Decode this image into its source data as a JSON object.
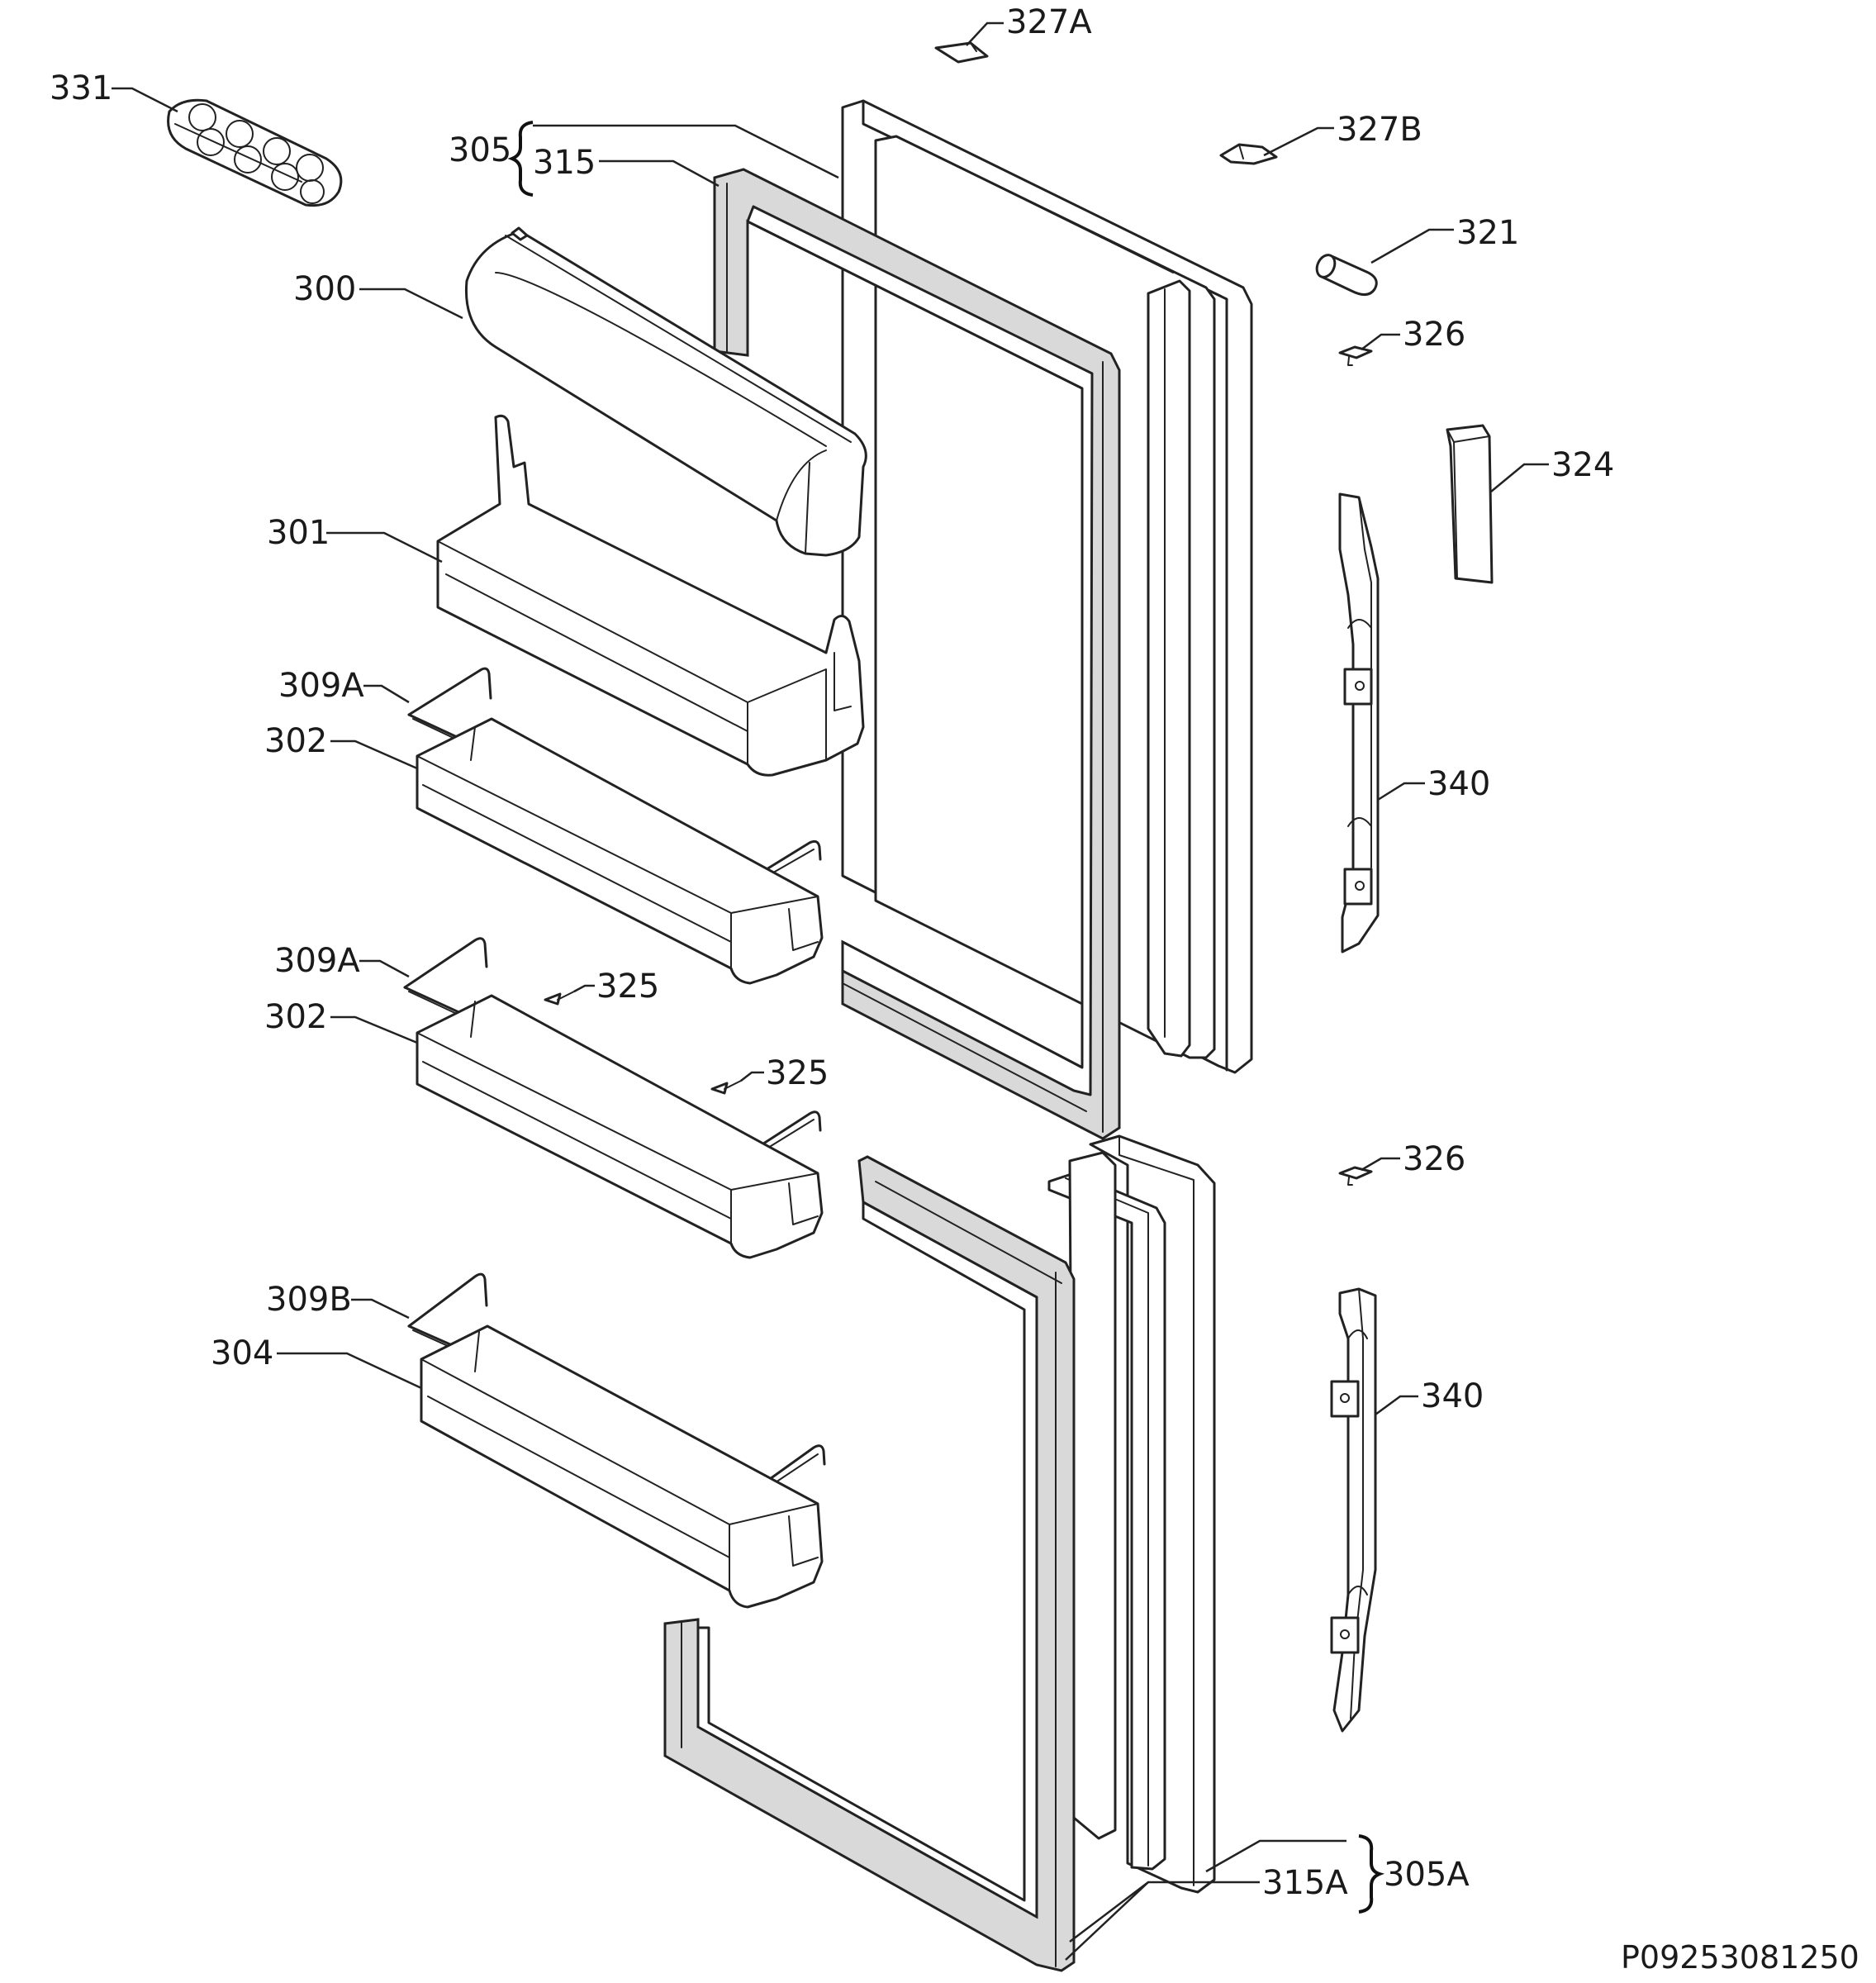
{
  "labels": {
    "l331": "331",
    "l327A": "327A",
    "l305": "305",
    "l315": "315",
    "l327B": "327B",
    "l321": "321",
    "l300": "300",
    "l326a": "326",
    "l324": "324",
    "l301": "301",
    "l309A_1": "309A",
    "l302_1": "302",
    "l340a": "340",
    "l309A_2": "309A",
    "l325a": "325",
    "l302_2": "302",
    "l325b": "325",
    "l326b": "326",
    "l309B": "309B",
    "l304": "304",
    "l340b": "340",
    "l305A": "305A",
    "l315A": "315A"
  },
  "drawing_code": "P09253081250"
}
